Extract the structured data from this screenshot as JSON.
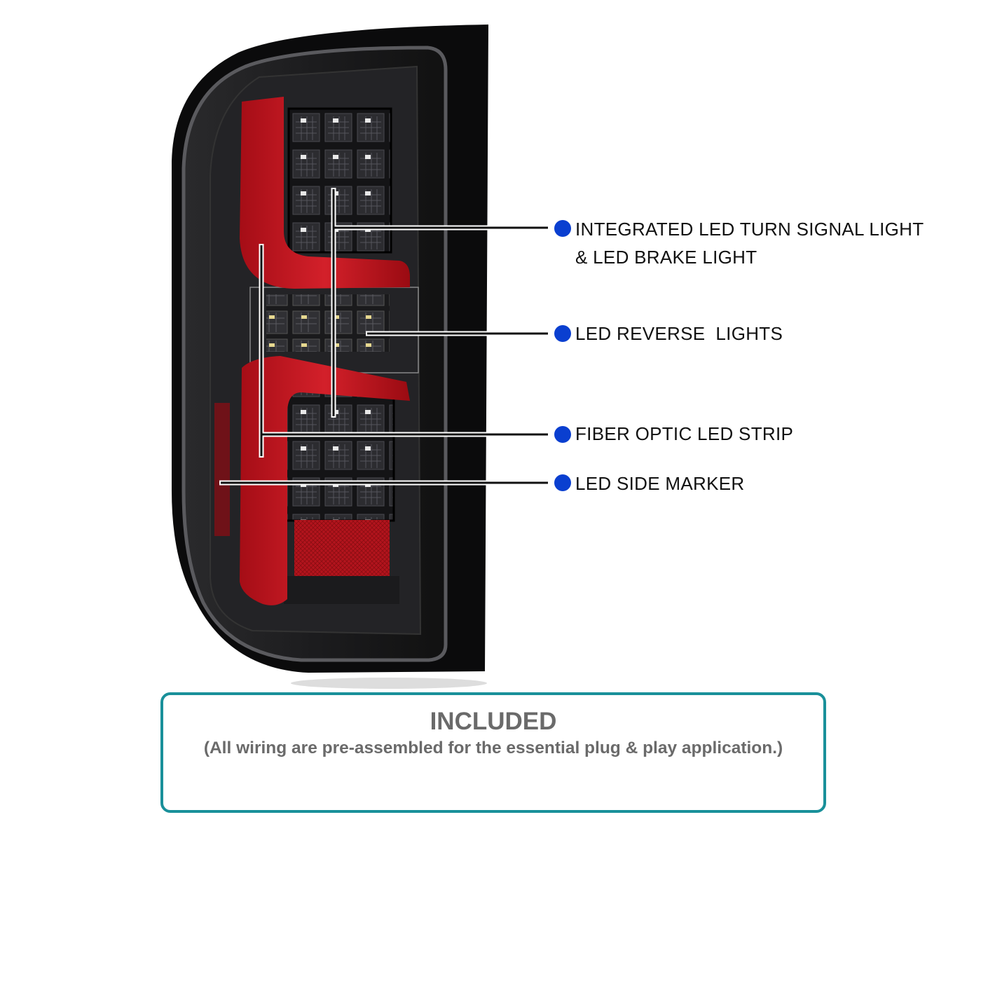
{
  "callouts": [
    {
      "line1": "INTEGRATED LED TURN SIGNAL LIGHT",
      "line2": "& LED BRAKE LIGHT"
    },
    {
      "line1": "LED REVERSE  LIGHTS"
    },
    {
      "line1": "FIBER OPTIC LED STRIP"
    },
    {
      "line1": "LED SIDE MARKER"
    }
  ],
  "included": {
    "title": "INCLUDED",
    "subtitle": "(All wiring are pre-assembled for the essential plug & play application.)"
  },
  "colors": {
    "dot": "#0a3fd0",
    "box_border": "#19909a",
    "red": "#c0121c",
    "text_gray": "#6a6a6a"
  }
}
